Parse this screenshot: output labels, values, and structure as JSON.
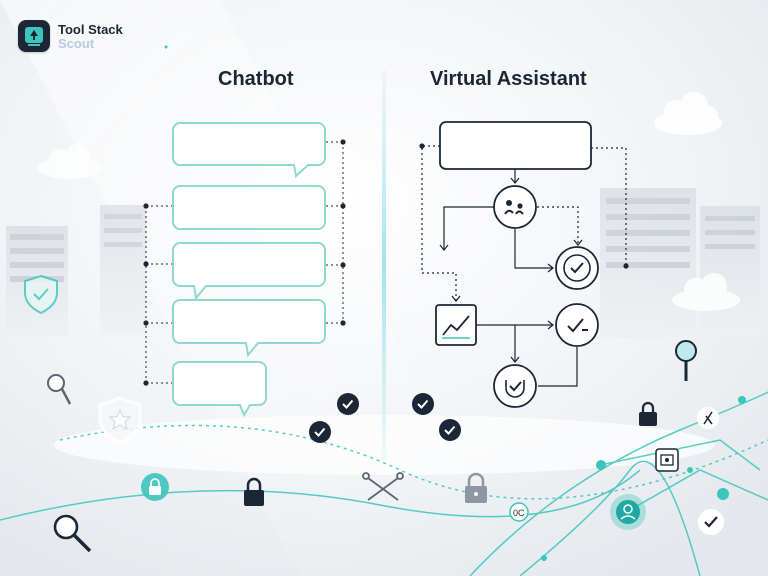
{
  "brand": {
    "name": "Tool Stack",
    "sub": "Scout",
    "accent": "#3cc4bd"
  },
  "titles": {
    "left": "Chatbot",
    "right": "Virtual Assistant"
  },
  "colors": {
    "ink": "#1b2636",
    "teal": "#3cc4bd",
    "bubble_border": "#8fd8d2",
    "background": "#eef1f4"
  },
  "icons": [
    "shield-check-icon",
    "magnifier-icon",
    "shield-star-icon",
    "lock-icon",
    "lock-badge-icon",
    "scissors-icon",
    "search-icon",
    "network-node-icon",
    "cloud-icon",
    "server-rack-icon",
    "check-badge-icon",
    "chart-icon",
    "people-icon",
    "document-icon"
  ]
}
